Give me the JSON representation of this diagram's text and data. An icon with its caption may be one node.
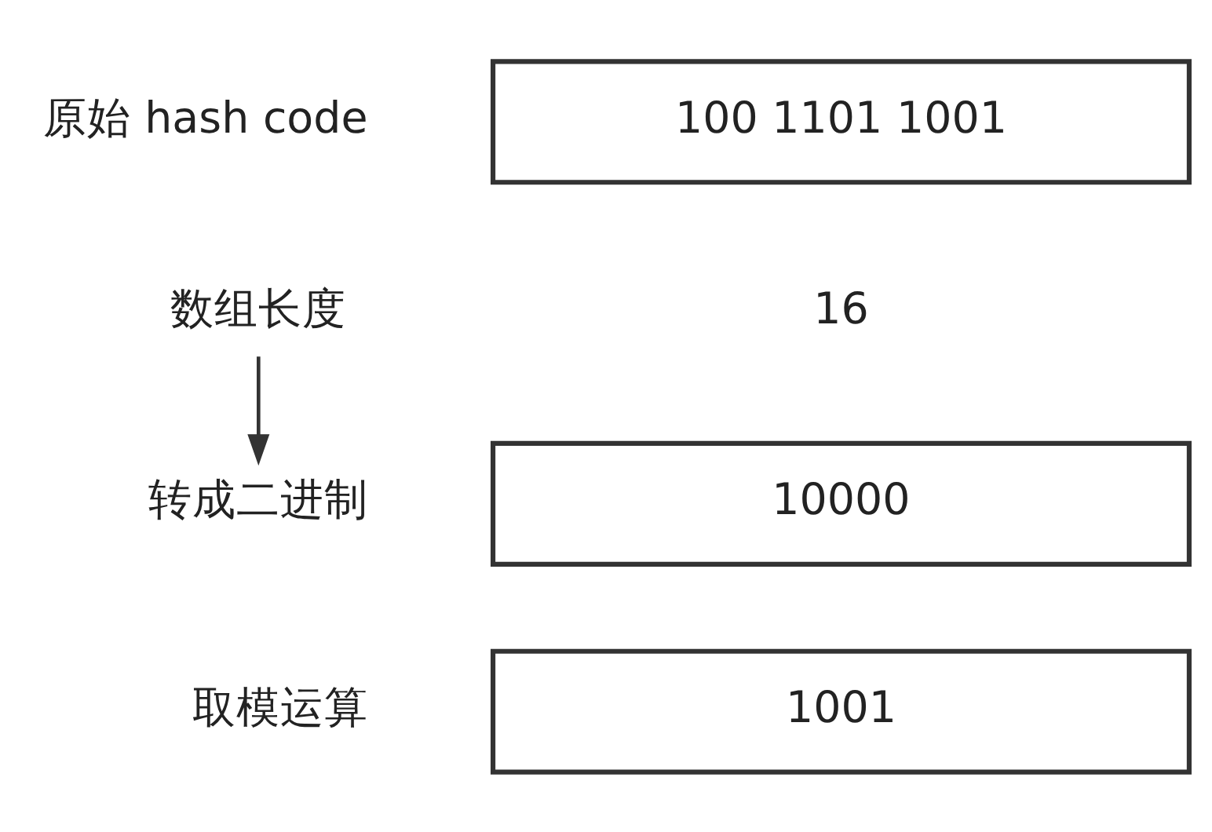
{
  "diagram": {
    "nodes": [
      {
        "text": [
          "100 1101 1001"
        ],
        "beside": [
          "原始 hash code"
        ]
      },
      {
        "text": [
          "数组长度"
        ]
      },
      {
        "text": [
          "转成二进制"
        ]
      },
      {
        "text": [
          "10000"
        ]
      },
      {
        "text": [
          "1001"
        ],
        "beside": [
          "取模运算"
        ]
      }
    ],
    "edges": [
      {
        "from": 1,
        "to": 2,
        "arrow": "to"
      }
    ],
    "labels": [
      "16"
    ]
  }
}
